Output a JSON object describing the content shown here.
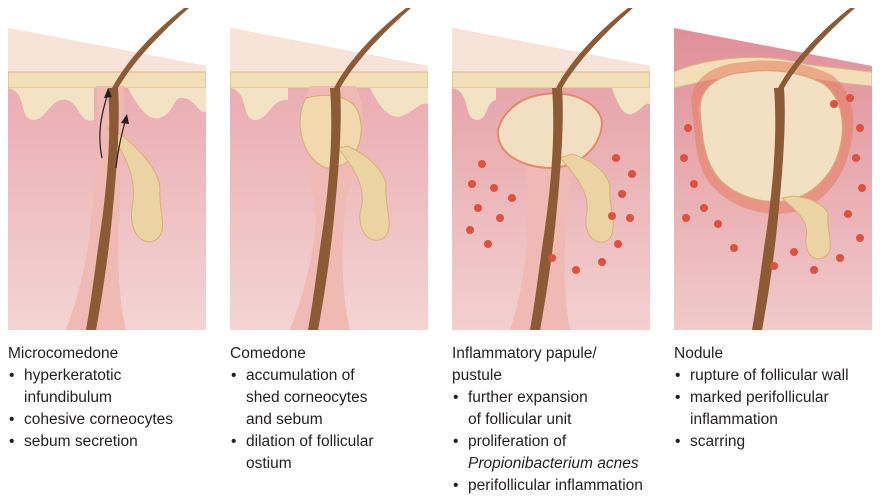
{
  "colors": {
    "dermis": "#d7848f",
    "dermis_light": "#ecc2c4",
    "epidermis": "#f3e1c7",
    "surface": "#f7d9cc",
    "hair": "#8c5b36",
    "gland": "#ecd3a4",
    "inflammation": "#e0503c",
    "pustule": "#f2dfc1"
  },
  "stages": [
    {
      "title": "Microcomedone",
      "bullets": [
        "hyperkeratotic\ninfundibulum",
        "cohesive corneocytes",
        "sebum secretion"
      ]
    },
    {
      "title": "Comedone",
      "bullets": [
        "accumulation of\nshed corneocytes\nand sebum",
        "dilation of follicular\nostium"
      ]
    },
    {
      "title": "Inflammatory papule/\npustule",
      "bullets": [
        "further expansion\nof follicular unit",
        "proliferation of",
        "perifollicular inflammation"
      ],
      "italic_line": "Propionibacterium acnes"
    },
    {
      "title": "Nodule",
      "bullets": [
        "rupture of follicular wall",
        "marked perifollicular\ninflammation",
        "scarring"
      ]
    }
  ]
}
